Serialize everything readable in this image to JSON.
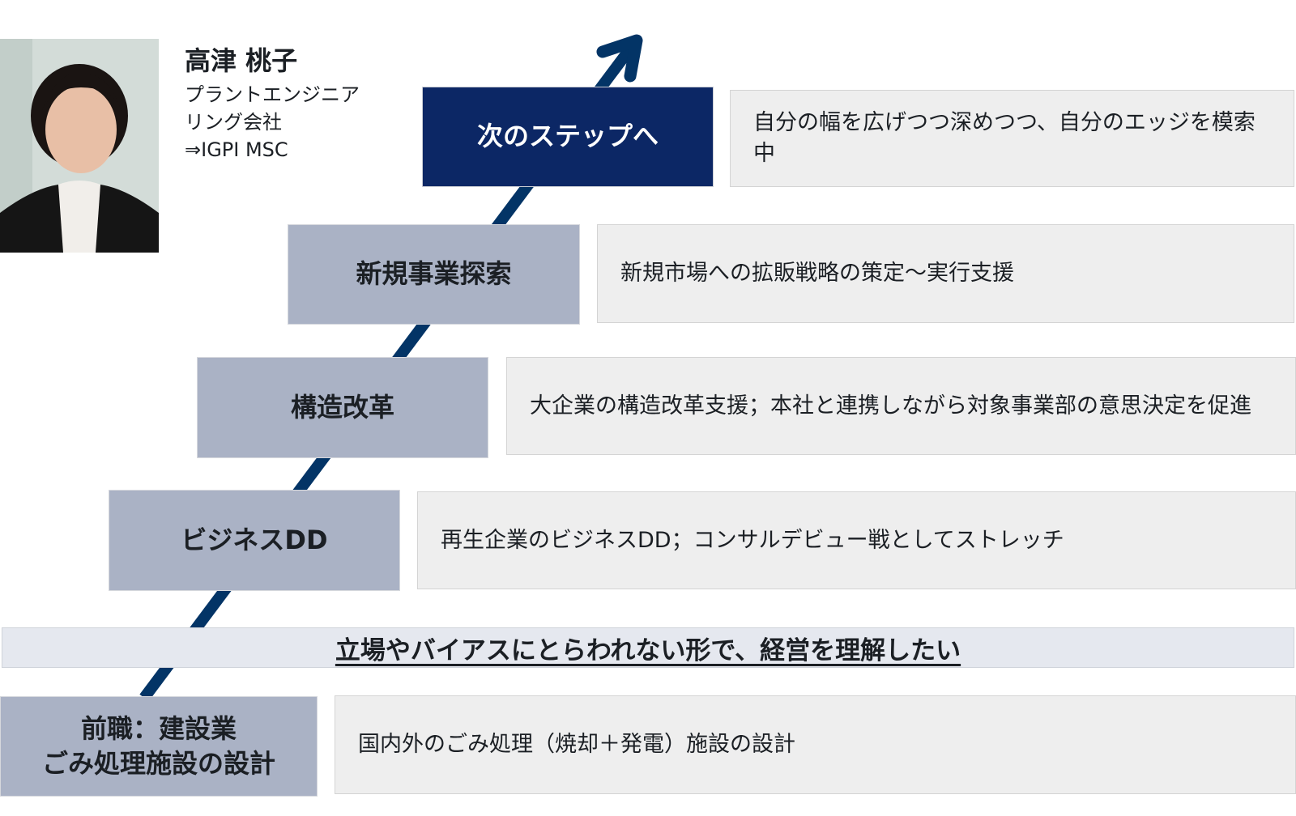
{
  "profile": {
    "name": "高津 桃子",
    "background_line1": "プラントエンジニア",
    "background_line2": "リング会社",
    "background_line3": " ⇒IGPI MSC",
    "photo": "portrait-photo"
  },
  "colors": {
    "arrow": "#033466",
    "current_step": "#0c2765",
    "past_step": "#aab2c5",
    "description_bg": "#eeeeee",
    "banner_bg": "#e5e8ef"
  },
  "steps": [
    {
      "label": "次のステップへ",
      "description": "自分の幅を広げつつ深めつつ、自分のエッジを模索中",
      "current": true
    },
    {
      "label": "新規事業探索",
      "description": "新規市場への拡販戦略の策定～実行支援"
    },
    {
      "label": "構造改革",
      "description": "大企業の構造改革支援；本社と連携しながら対象事業部の意思決定を促進"
    },
    {
      "label": "ビジネスDD",
      "description": "再生企業のビジネスDD；コンサルデビュー戦としてストレッチ"
    }
  ],
  "banner": {
    "text": "立場やバイアスにとらわれない形で、経営を理解したい"
  },
  "previous_job": {
    "label_line1": "前職：建設業",
    "label_line2": "ごみ処理施設の設計",
    "description": "国内外のごみ処理（焼却＋発電）施設の設計"
  }
}
